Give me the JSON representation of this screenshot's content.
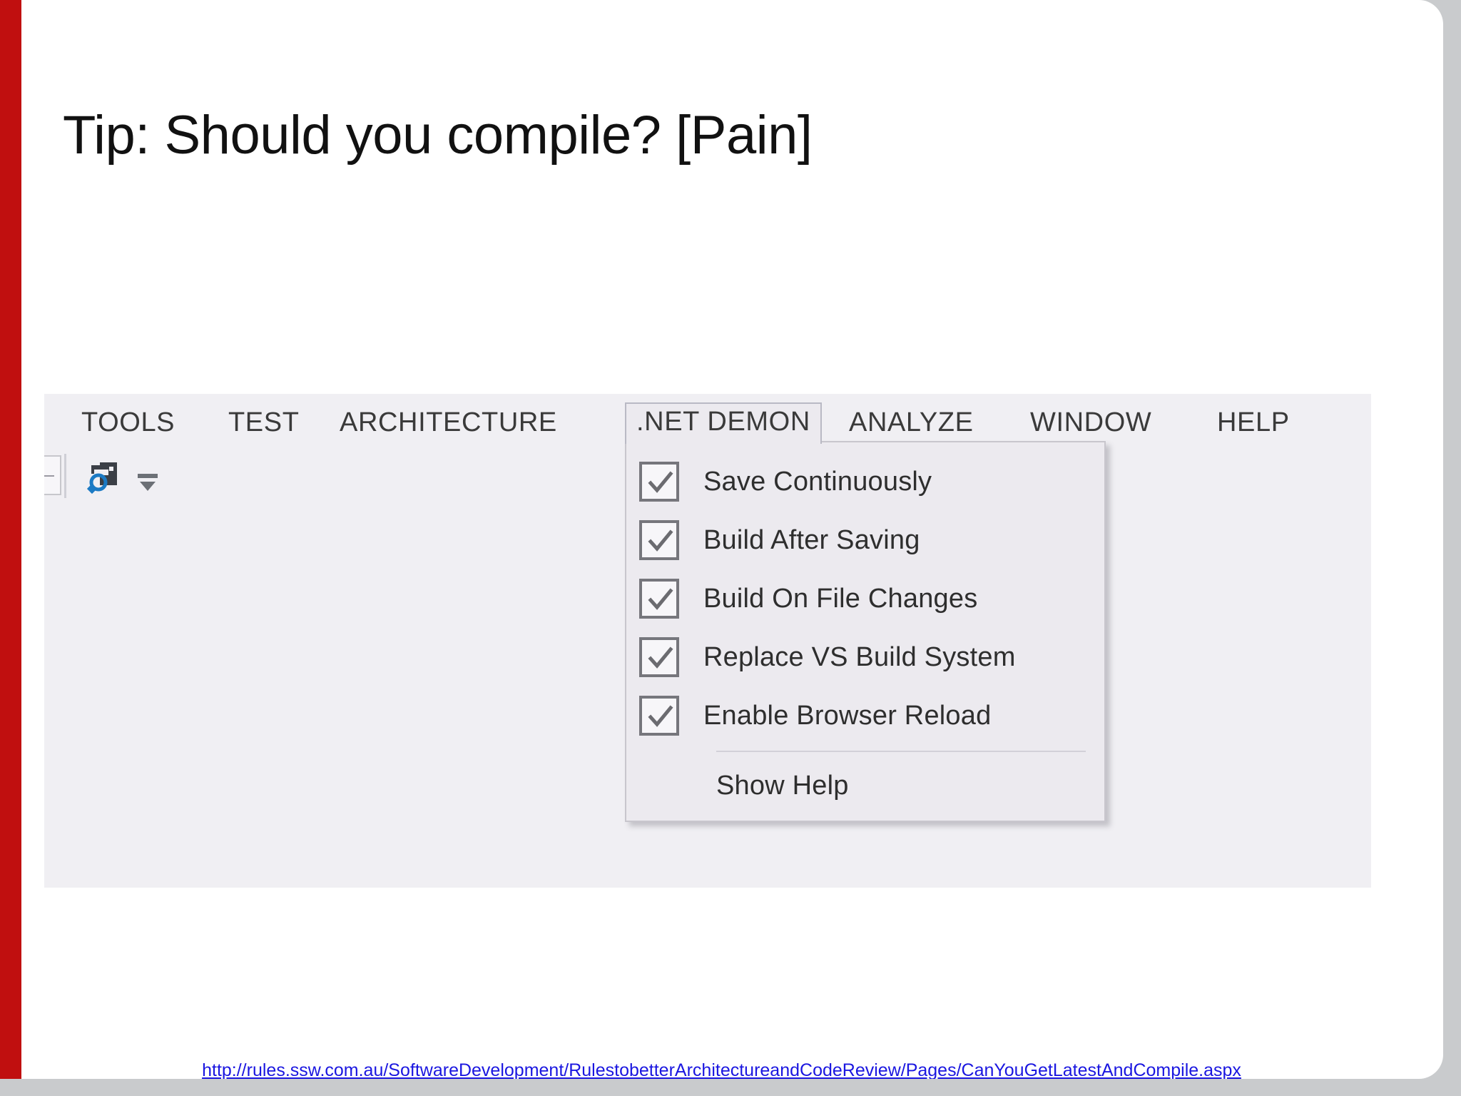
{
  "slide": {
    "title": "Tip: Should you compile? [Pain]",
    "accent_color": "#c00f0f",
    "background_color": "#ffffff",
    "canvas_outside_color": "#c9cbcd"
  },
  "screenshot": {
    "app": "Visual Studio",
    "background_color": "#f0eff3",
    "menubar": {
      "items": [
        {
          "label": "TOOLS",
          "active": false
        },
        {
          "label": "TEST",
          "active": false
        },
        {
          "label": "ARCHITECTURE",
          "active": false
        },
        {
          "label": ".NET DEMON",
          "active": true
        },
        {
          "label": "ANALYZE",
          "active": false
        },
        {
          "label": "WINDOW",
          "active": false
        },
        {
          "label": "HELP",
          "active": false
        }
      ]
    },
    "toolbar": {
      "icons": [
        {
          "name": "attach-to-process-icon"
        },
        {
          "name": "toolbar-overflow-chevron-icon"
        }
      ]
    },
    "dropdown": {
      "owner": ".NET DEMON",
      "items": [
        {
          "label": "Save Continuously",
          "checked": true,
          "type": "checkbox"
        },
        {
          "label": "Build After Saving",
          "checked": true,
          "type": "checkbox"
        },
        {
          "label": "Build On File Changes",
          "checked": true,
          "type": "checkbox"
        },
        {
          "label": "Replace VS Build System",
          "checked": true,
          "type": "checkbox"
        },
        {
          "label": "Enable Browser Reload",
          "checked": true,
          "type": "checkbox"
        },
        {
          "label": "Show Help",
          "checked": false,
          "type": "command"
        }
      ],
      "checkmark_color": "#6b6b70",
      "checkbox_border_color": "#76767c",
      "panel_color": "#eceaef"
    }
  },
  "footer": {
    "link_text": "http://rules.ssw.com.au/SoftwareDevelopment/RulestobetterArchitectureandCodeReview/Pages/CanYouGetLatestAndCompile.aspx",
    "link_color": "#1a16e0"
  }
}
